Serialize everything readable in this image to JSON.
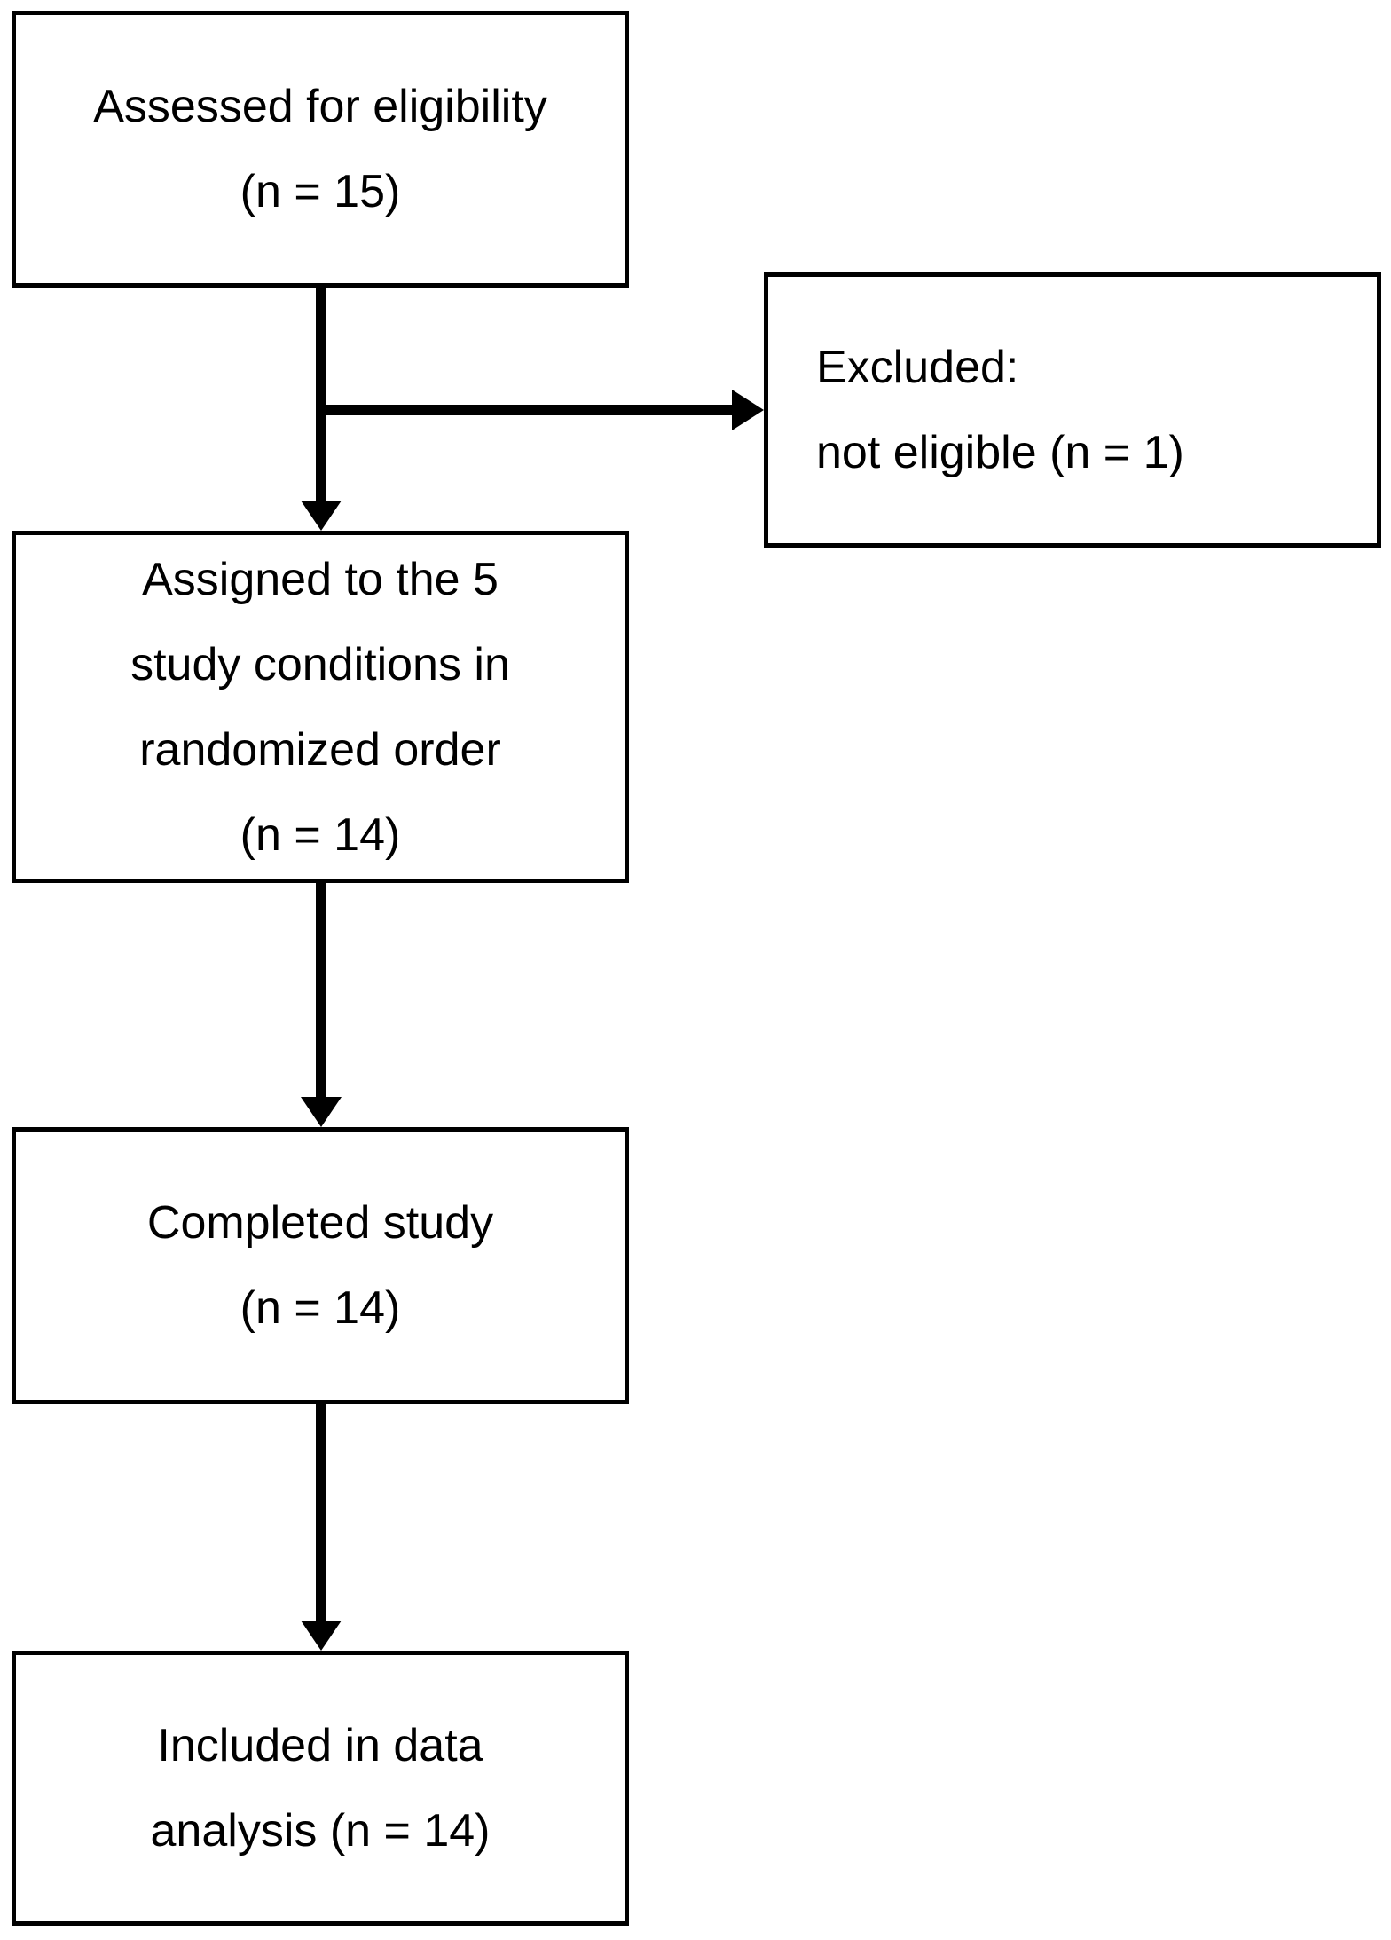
{
  "diagram": {
    "type": "flowchart",
    "background_color": "#ffffff",
    "box_border_color": "#000000",
    "box_fill_color": "#ffffff",
    "text_color": "#000000",
    "line_color": "#000000",
    "boxes": [
      {
        "id": "assessed",
        "lines": [
          "Assessed for eligibility",
          "(n = 15)"
        ],
        "n": 15
      },
      {
        "id": "excluded",
        "lines": [
          "Excluded:",
          "not eligible (n = 1)"
        ],
        "n": 1
      },
      {
        "id": "assigned",
        "lines": [
          "Assigned to the 5",
          "study conditions in",
          "randomized order",
          "(n = 14)"
        ],
        "n": 14
      },
      {
        "id": "completed",
        "lines": [
          "Completed study",
          "(n = 14)"
        ],
        "n": 14
      },
      {
        "id": "included",
        "lines": [
          "Included in data",
          "analysis (n = 14)"
        ],
        "n": 14
      }
    ],
    "connections": [
      {
        "from": "assessed",
        "to": "assigned",
        "type": "arrow-down"
      },
      {
        "from": "assessed",
        "to": "excluded",
        "type": "arrow-right-branch"
      },
      {
        "from": "assigned",
        "to": "completed",
        "type": "arrow-down"
      },
      {
        "from": "completed",
        "to": "included",
        "type": "arrow-down"
      }
    ]
  }
}
